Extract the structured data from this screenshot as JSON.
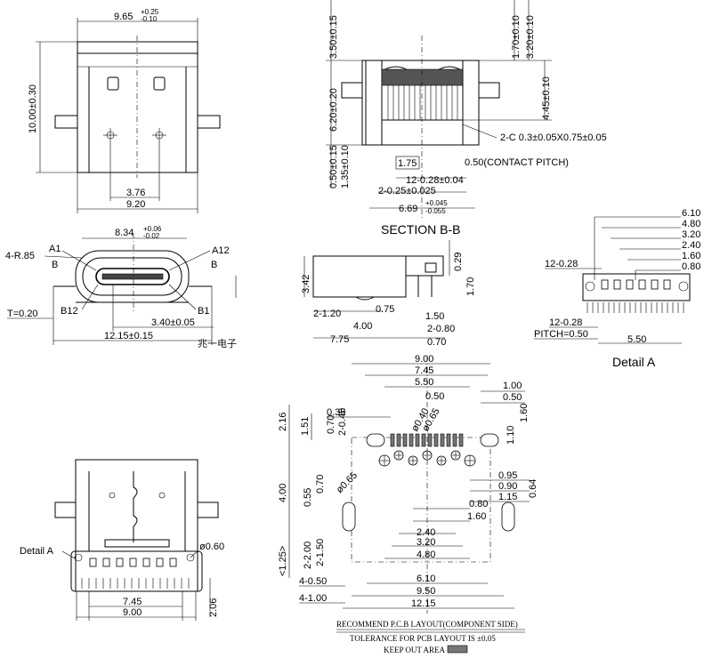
{
  "top_view": {
    "width_label": "9.65",
    "width_tol_plus": "+0.25",
    "width_tol_minus": "-0.10",
    "height_label": "10.00±0.30",
    "pitch_label": "3.76",
    "foot_width_label": "9.20"
  },
  "section_bb": {
    "title": "SECTION B-B",
    "d1": "3.50±0.15",
    "d2": "1.70±0.10",
    "d3": "3.20±0.10",
    "d4": "6.20±0.20",
    "d5": "4.45±0.10",
    "d6": "0.50±0.15",
    "d7": "1.35±0.10",
    "chamfer": "2-C  0.3±0.05X0.75±0.05",
    "d8": "1.75",
    "contact_pitch": "0.50(CONTACT PITCH)",
    "d9": "12-0.28±0.04",
    "d10": "2-0.25±0.025",
    "d11": "6.69",
    "d11_tol_plus": "+0.045",
    "d11_tol_minus": "-0.055"
  },
  "front_view": {
    "radius": "4-R.85",
    "a1": "A1",
    "a12": "A12",
    "b": "B",
    "b12": "B12",
    "b1": "B1",
    "width": "8.34",
    "width_tol_plus": "+0.06",
    "width_tol_minus": "-0.02",
    "thickness": "T=0.20",
    "d1": "3.40±0.05",
    "d2": "12.15±0.15"
  },
  "side_view": {
    "d1": "3.42",
    "d2": "0.29",
    "d3": "1.70",
    "d4": "2-1.20",
    "d5": "0.75",
    "d6": "1.50",
    "d7": "4.00",
    "d8": "2-0.80",
    "d9": "7.75",
    "d10": "0.70"
  },
  "detail_a": {
    "title": "Detail  A",
    "d1": "6.10",
    "d2": "4.80",
    "d3": "3.20",
    "d4": "2.40",
    "d5": "1.60",
    "d6": "0.80",
    "d7": "12-0.28",
    "d8": "12-0.28",
    "pitch": "PITCH=0.50",
    "d9": "5.50"
  },
  "bottom_view": {
    "detail_label": "Detail  A",
    "hole": "ø0.60",
    "d1": "7.45",
    "d2": "9.00",
    "d3": "2.06"
  },
  "pcb_layout": {
    "top": [
      "9.00",
      "7.45",
      "5.50",
      "0.50",
      "1.00",
      "0.50"
    ],
    "d_0_35": "0.35",
    "d_0_40": "ø0.40",
    "d_0_65a": "ø0.65",
    "d_2_16": "2.16",
    "d_1_51": "1.51",
    "d_0_70": "0.70",
    "d_2_040": "2-0.40",
    "d_1_60": "1.60",
    "d_1_10": "1.10",
    "d_4_00": "4.00",
    "d_0_55": "0.55",
    "d_0_70b": "0.70",
    "d_0_65b": "ø0.65",
    "d_0_95": "0.95",
    "d_0_90": "0.90",
    "d_1_15": "1.15",
    "d_0_64": "0.64",
    "d_0_80": "0.80",
    "d_1_60b": "1.60",
    "d_2_40": "2.40",
    "d_3_20": "3.20",
    "d_4_80": "4.80",
    "d_1_25": "<1.25>",
    "d_2_200": "2-2.00",
    "d_2_150": "2-1.50",
    "d_4_050": "4-0.50",
    "d_4_100": "4-1.00",
    "d_6_10": "6.10",
    "d_9_50": "9.50",
    "d_12_15": "12.15",
    "caption": "RECOMMEND P.C.B LAYOUT(COMPONENT SIDE)",
    "tolerance": "TOLERANCE FOR PCB LAYOUT IS ±0.05",
    "keepout": "KEEP OUT AREA"
  },
  "watermark": "兆一电子"
}
